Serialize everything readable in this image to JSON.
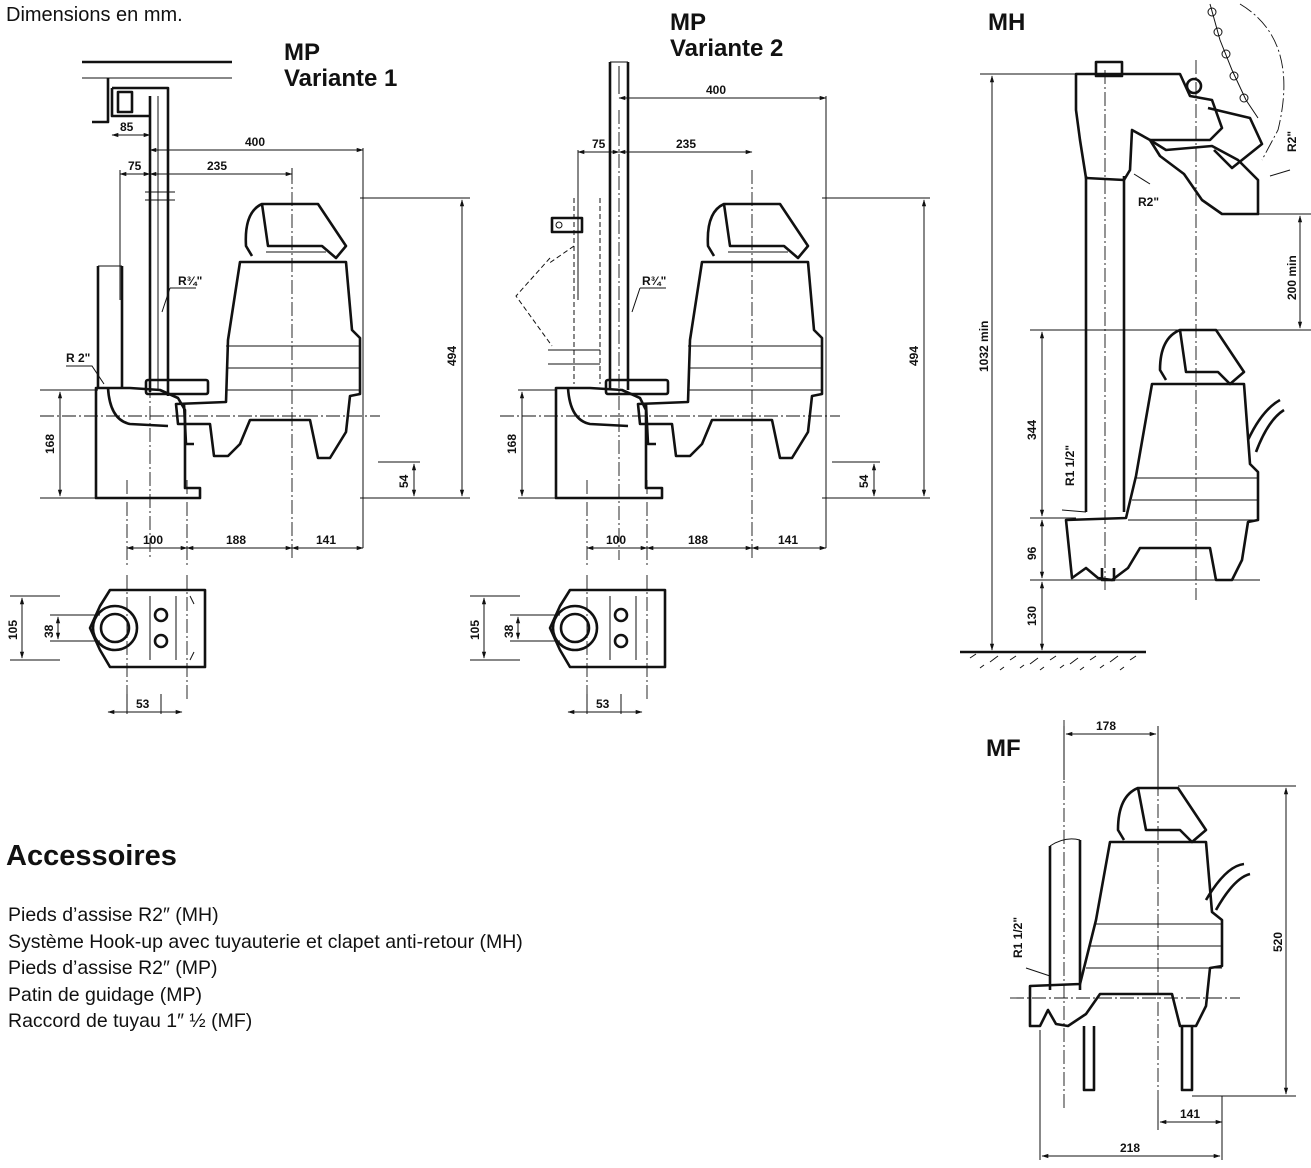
{
  "header": {
    "units_note": "Dimensions en mm."
  },
  "views": {
    "mp_v1": {
      "title_1": "MP",
      "title_2": "Variante 1"
    },
    "mp_v2": {
      "title_1": "MP",
      "title_2": "Variante 2"
    },
    "mh": {
      "title": "MH"
    },
    "mf": {
      "title": "MF"
    }
  },
  "dims": {
    "mp_v1": {
      "d85": "85",
      "d400": "400",
      "d75": "75",
      "d235": "235",
      "r34": "R¾\"",
      "r2": "R 2\"",
      "d494": "494",
      "d168": "168",
      "d54": "54",
      "d100": "100",
      "d188": "188",
      "d141": "141",
      "d105": "105",
      "d38": "38",
      "d53": "53"
    },
    "mp_v2": {
      "d400": "400",
      "d75": "75",
      "d235": "235",
      "r34": "R¾\"",
      "d494": "494",
      "d168": "168",
      "d54": "54",
      "d100": "100",
      "d188": "188",
      "d141": "141",
      "d105": "105",
      "d38": "38",
      "d53": "53"
    },
    "mh": {
      "r2_top": "R2\"",
      "r2_pipe": "R2\"",
      "d200": "200 min",
      "d1032": "1032 min",
      "d344": "344",
      "r112": "R1 1/2\"",
      "d96": "96",
      "d130": "130"
    },
    "mf": {
      "d178": "178",
      "r112": "R1 1/2\"",
      "d520": "520",
      "d141": "141",
      "d218": "218"
    }
  },
  "accessories": {
    "title": "Accessoires",
    "items": [
      "Pieds d’assise R2″ (MH)",
      "Système Hook-up avec tuyauterie et clapet anti-retour (MH)",
      "Pieds d’assise R2″ (MP)",
      "Patin de guidage (MP)",
      "Raccord de tuyau 1″ ½ (MF)"
    ]
  }
}
